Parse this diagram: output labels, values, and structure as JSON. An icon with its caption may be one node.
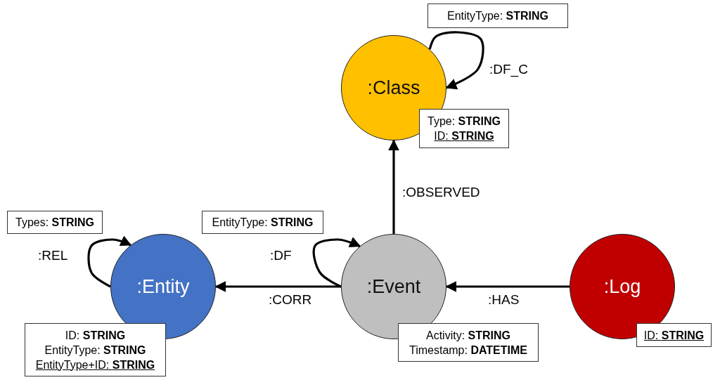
{
  "diagram": {
    "nodes": [
      {
        "text": [
          "EntityType: **STRING**"
        ]
      },
      {
        "text": [
          ":Class"
        ]
      },
      {
        "text": [
          "Type: **STRING**",
          "ID: **STRING**"
        ]
      },
      {
        "text": [
          "Types: **STRING**"
        ]
      },
      {
        "text": [
          "EntityType: **STRING**"
        ]
      },
      {
        "text": [
          ":Entity"
        ]
      },
      {
        "text": [
          ":Event"
        ]
      },
      {
        "text": [
          ":Log"
        ]
      },
      {
        "text": [
          "ID: **STRING**",
          "EntityType: **STRING**",
          "EntityType+ID: **STRING**"
        ]
      },
      {
        "text": [
          "Activity: **STRING**",
          "Timestamp: **DATETIME**"
        ]
      },
      {
        "text": [
          "ID: **STRING**"
        ]
      }
    ],
    "edges": [
      {
        "from": 1,
        "to": 1,
        "arrow": "to",
        "label": ":DF_C"
      },
      {
        "from": 6,
        "to": 1,
        "arrow": "to",
        "label": ":OBSERVED"
      },
      {
        "from": 5,
        "to": 5,
        "arrow": "to",
        "label": ":REL"
      },
      {
        "from": 6,
        "to": 6,
        "arrow": "to",
        "label": ":DF"
      },
      {
        "from": 6,
        "to": 5,
        "arrow": "to",
        "label": ":CORR"
      },
      {
        "from": 7,
        "to": 6,
        "arrow": "to",
        "label": ":HAS"
      }
    ]
  }
}
